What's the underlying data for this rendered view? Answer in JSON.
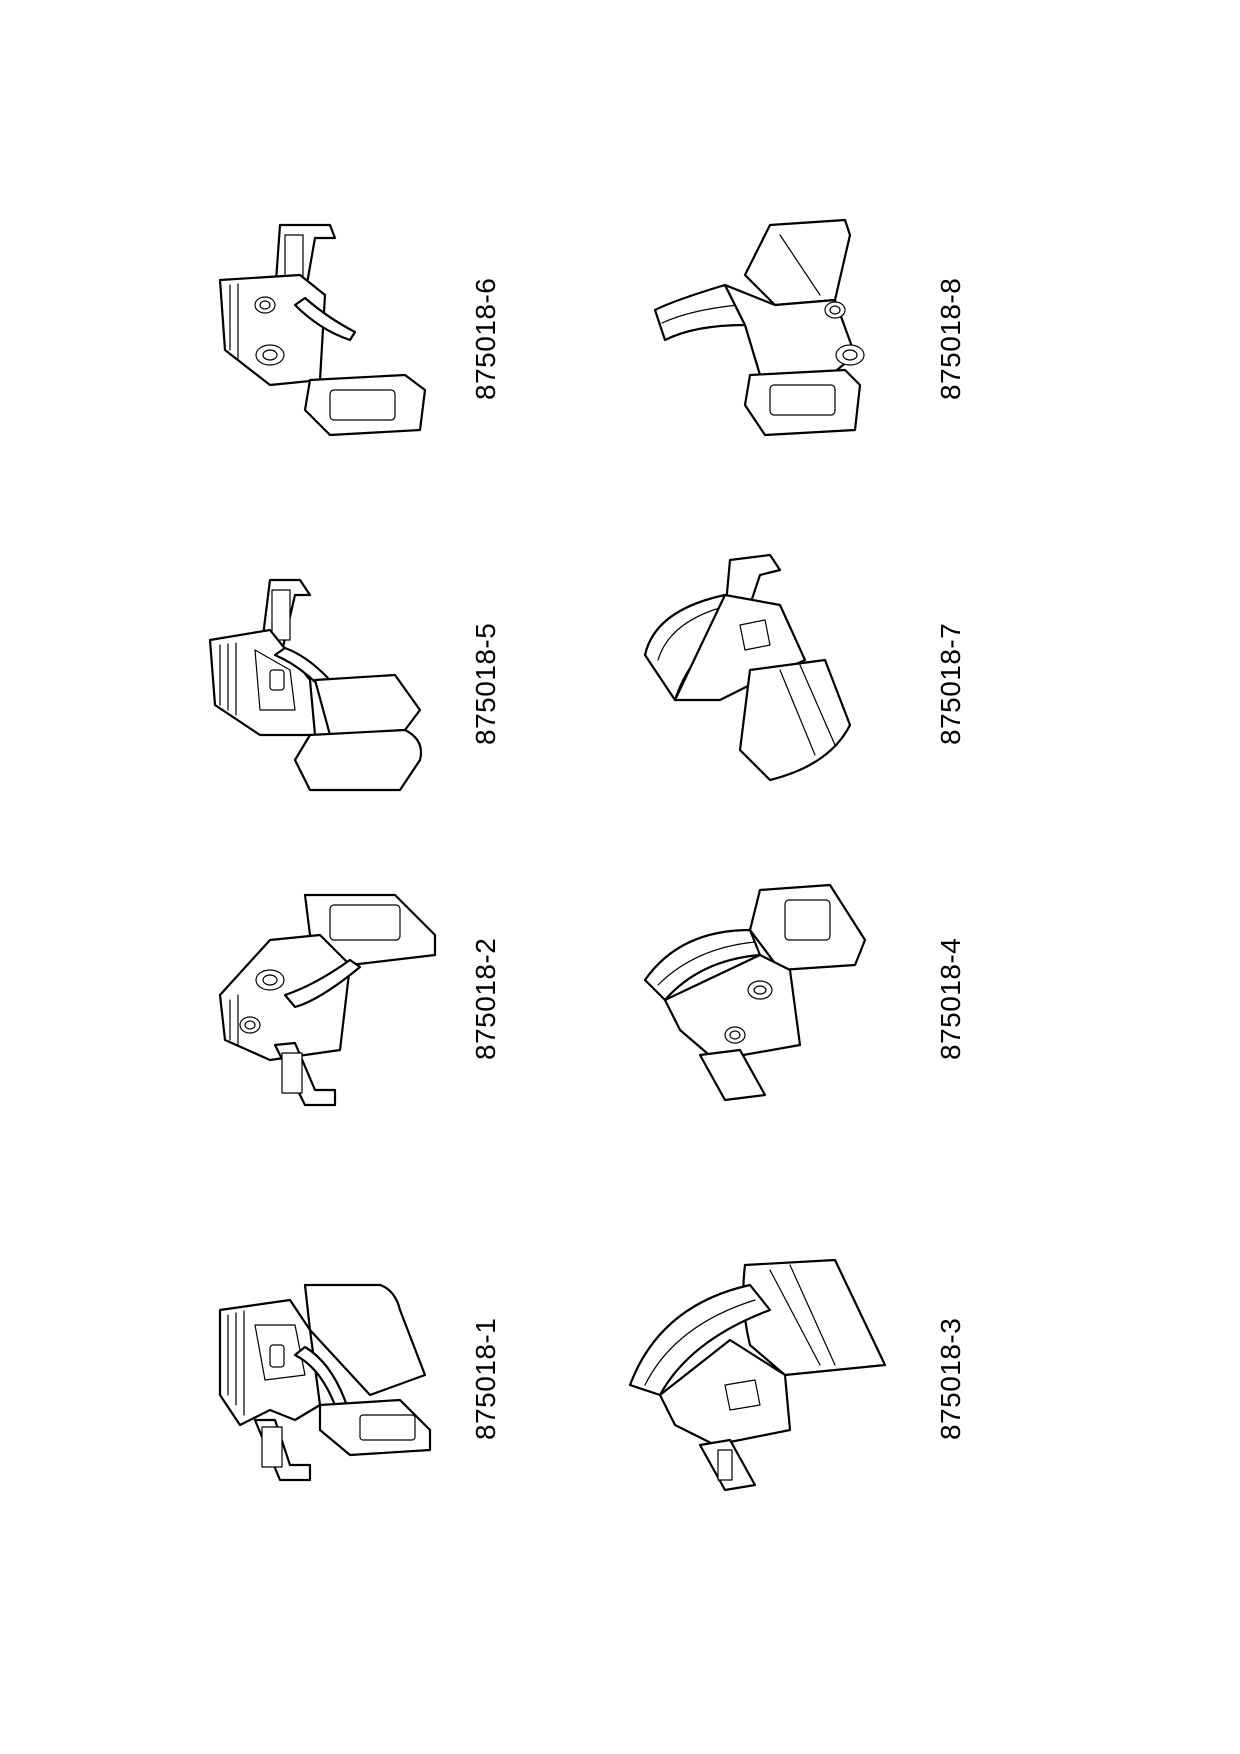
{
  "sheet": {
    "ink_color": "#000000",
    "paper_color": "#ffffff",
    "parts": [
      {
        "id": "p1",
        "label": "875018-1",
        "icon": "clip-part-with-flat-plate"
      },
      {
        "id": "p2",
        "label": "875018-2",
        "icon": "clip-part-with-two-holes"
      },
      {
        "id": "p3",
        "label": "875018-3",
        "icon": "curved-guide-part"
      },
      {
        "id": "p4",
        "label": "875018-4",
        "icon": "curved-bracket-part"
      },
      {
        "id": "p5",
        "label": "875018-5",
        "icon": "clip-part-with-flat-plate"
      },
      {
        "id": "p6",
        "label": "875018-6",
        "icon": "clip-part-with-two-holes"
      },
      {
        "id": "p7",
        "label": "875018-7",
        "icon": "curved-guide-part"
      },
      {
        "id": "p8",
        "label": "875018-8",
        "icon": "curved-bracket-part"
      }
    ]
  }
}
